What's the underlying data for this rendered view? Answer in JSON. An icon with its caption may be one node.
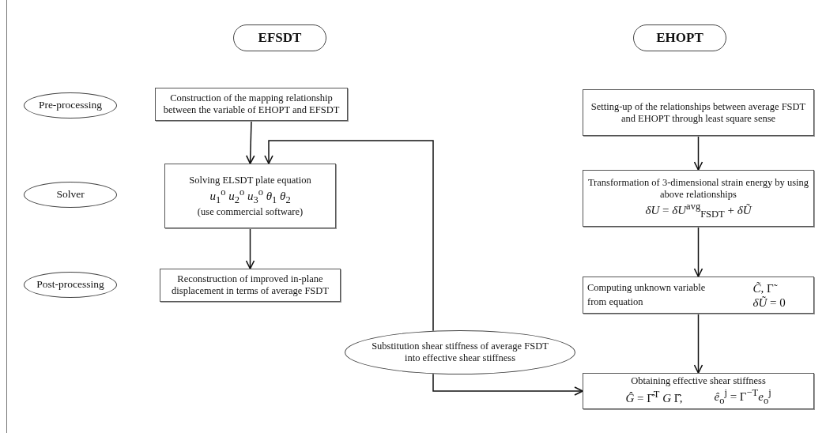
{
  "diagram": {
    "nodes": [
      {
        "text": [
          "EFSDT"
        ]
      },
      {
        "text": [
          "EHOPT"
        ]
      },
      {
        "text": [
          "Pre-processing"
        ]
      },
      {
        "text": [
          "Solver"
        ]
      },
      {
        "text": [
          "Post-processing"
        ]
      },
      {
        "text": [
          "Construction of the mapping relationship between the variable of EHOPT and EFSDT"
        ]
      },
      {
        "text": [
          "Solving ELSDT plate equation",
          "*u*$_{1}$$^{o}$  *u*$_{2}$$^{o}$  *u*$_{3}$$^{o}$  *θ*$_{1}$ *θ*$_{2}$",
          "(use commercial software)"
        ]
      },
      {
        "text": [
          "Reconstruction of improved in-plane displacement in terms of average FSDT"
        ]
      },
      {
        "text": [
          "Substitution shear stiffness of average FSDT into effective shear stiffness"
        ]
      },
      {
        "text": [
          "Setting-up of the relationships between average FSDT and EHOPT through least square sense"
        ]
      },
      {
        "text": [
          "Transformation of 3-dimensional strain energy by using above relationships",
          "*δU* = *δU*$^{avg}$$_{FSDT}$ + *δŨ*"
        ]
      },
      {
        "text": [
          "Computing unknown variable",
          "*C̃*, Γ̃",
          "from equation",
          "*δŨ* = 0"
        ]
      },
      {
        "text": [
          "Obtaining effective shear stiffness",
          "*Ĝ* = Γ̂$^{T}$ *G* Γ̂,",
          "*ê*$_{o}$$^{j}$ = Γ$^{−T}$*e*$_{o}$$^{j}$"
        ]
      }
    ],
    "edges": [
      {
        "from": 5,
        "to": 6,
        "arrow": "to"
      },
      {
        "from": 6,
        "to": 7,
        "arrow": "to"
      },
      {
        "from": 8,
        "to": 6,
        "arrow": "to"
      },
      {
        "from": 8,
        "to": 12,
        "arrow": "to"
      },
      {
        "from": 9,
        "to": 10,
        "arrow": "to"
      },
      {
        "from": 10,
        "to": 11,
        "arrow": "to"
      },
      {
        "from": 11,
        "to": 12,
        "arrow": "to"
      }
    ]
  }
}
